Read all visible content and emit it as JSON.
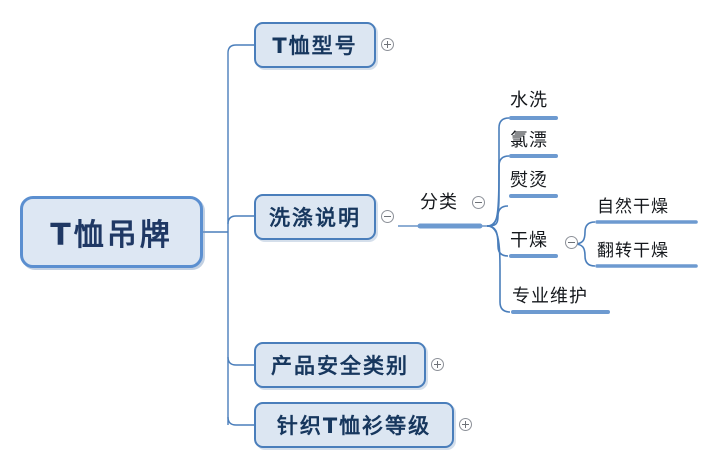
{
  "diagram": {
    "type": "mind-map",
    "title": "T恤吊牌",
    "colors": {
      "node_fill": "#dce6f2",
      "node_border": "#4a7ebb",
      "node_text": "#17375e",
      "leaf_text": "#15181c",
      "connector": "#4a7ebb",
      "toggle_stroke": "#8d9199",
      "background": "#ffffff"
    }
  },
  "root": {
    "label": "T恤吊牌"
  },
  "level2": [
    {
      "label": "T恤型号",
      "toggle": "plus"
    },
    {
      "label": "洗涤说明",
      "toggle": "minus"
    },
    {
      "label": "产品安全类别",
      "toggle": "plus"
    },
    {
      "label": "针织T恤衫等级",
      "toggle": "plus"
    }
  ],
  "level3": [
    {
      "label": "分类",
      "toggle": "minus"
    }
  ],
  "level4": [
    {
      "label": "水洗",
      "toggle": "none"
    },
    {
      "label": "氯漂",
      "toggle": "none"
    },
    {
      "label": "熨烫",
      "toggle": "none"
    },
    {
      "label": "干燥",
      "toggle": "minus"
    },
    {
      "label": "专业维护",
      "toggle": "none"
    }
  ],
  "level5": [
    {
      "label": "自然干燥",
      "toggle": "none"
    },
    {
      "label": "翻转干燥",
      "toggle": "none"
    }
  ]
}
